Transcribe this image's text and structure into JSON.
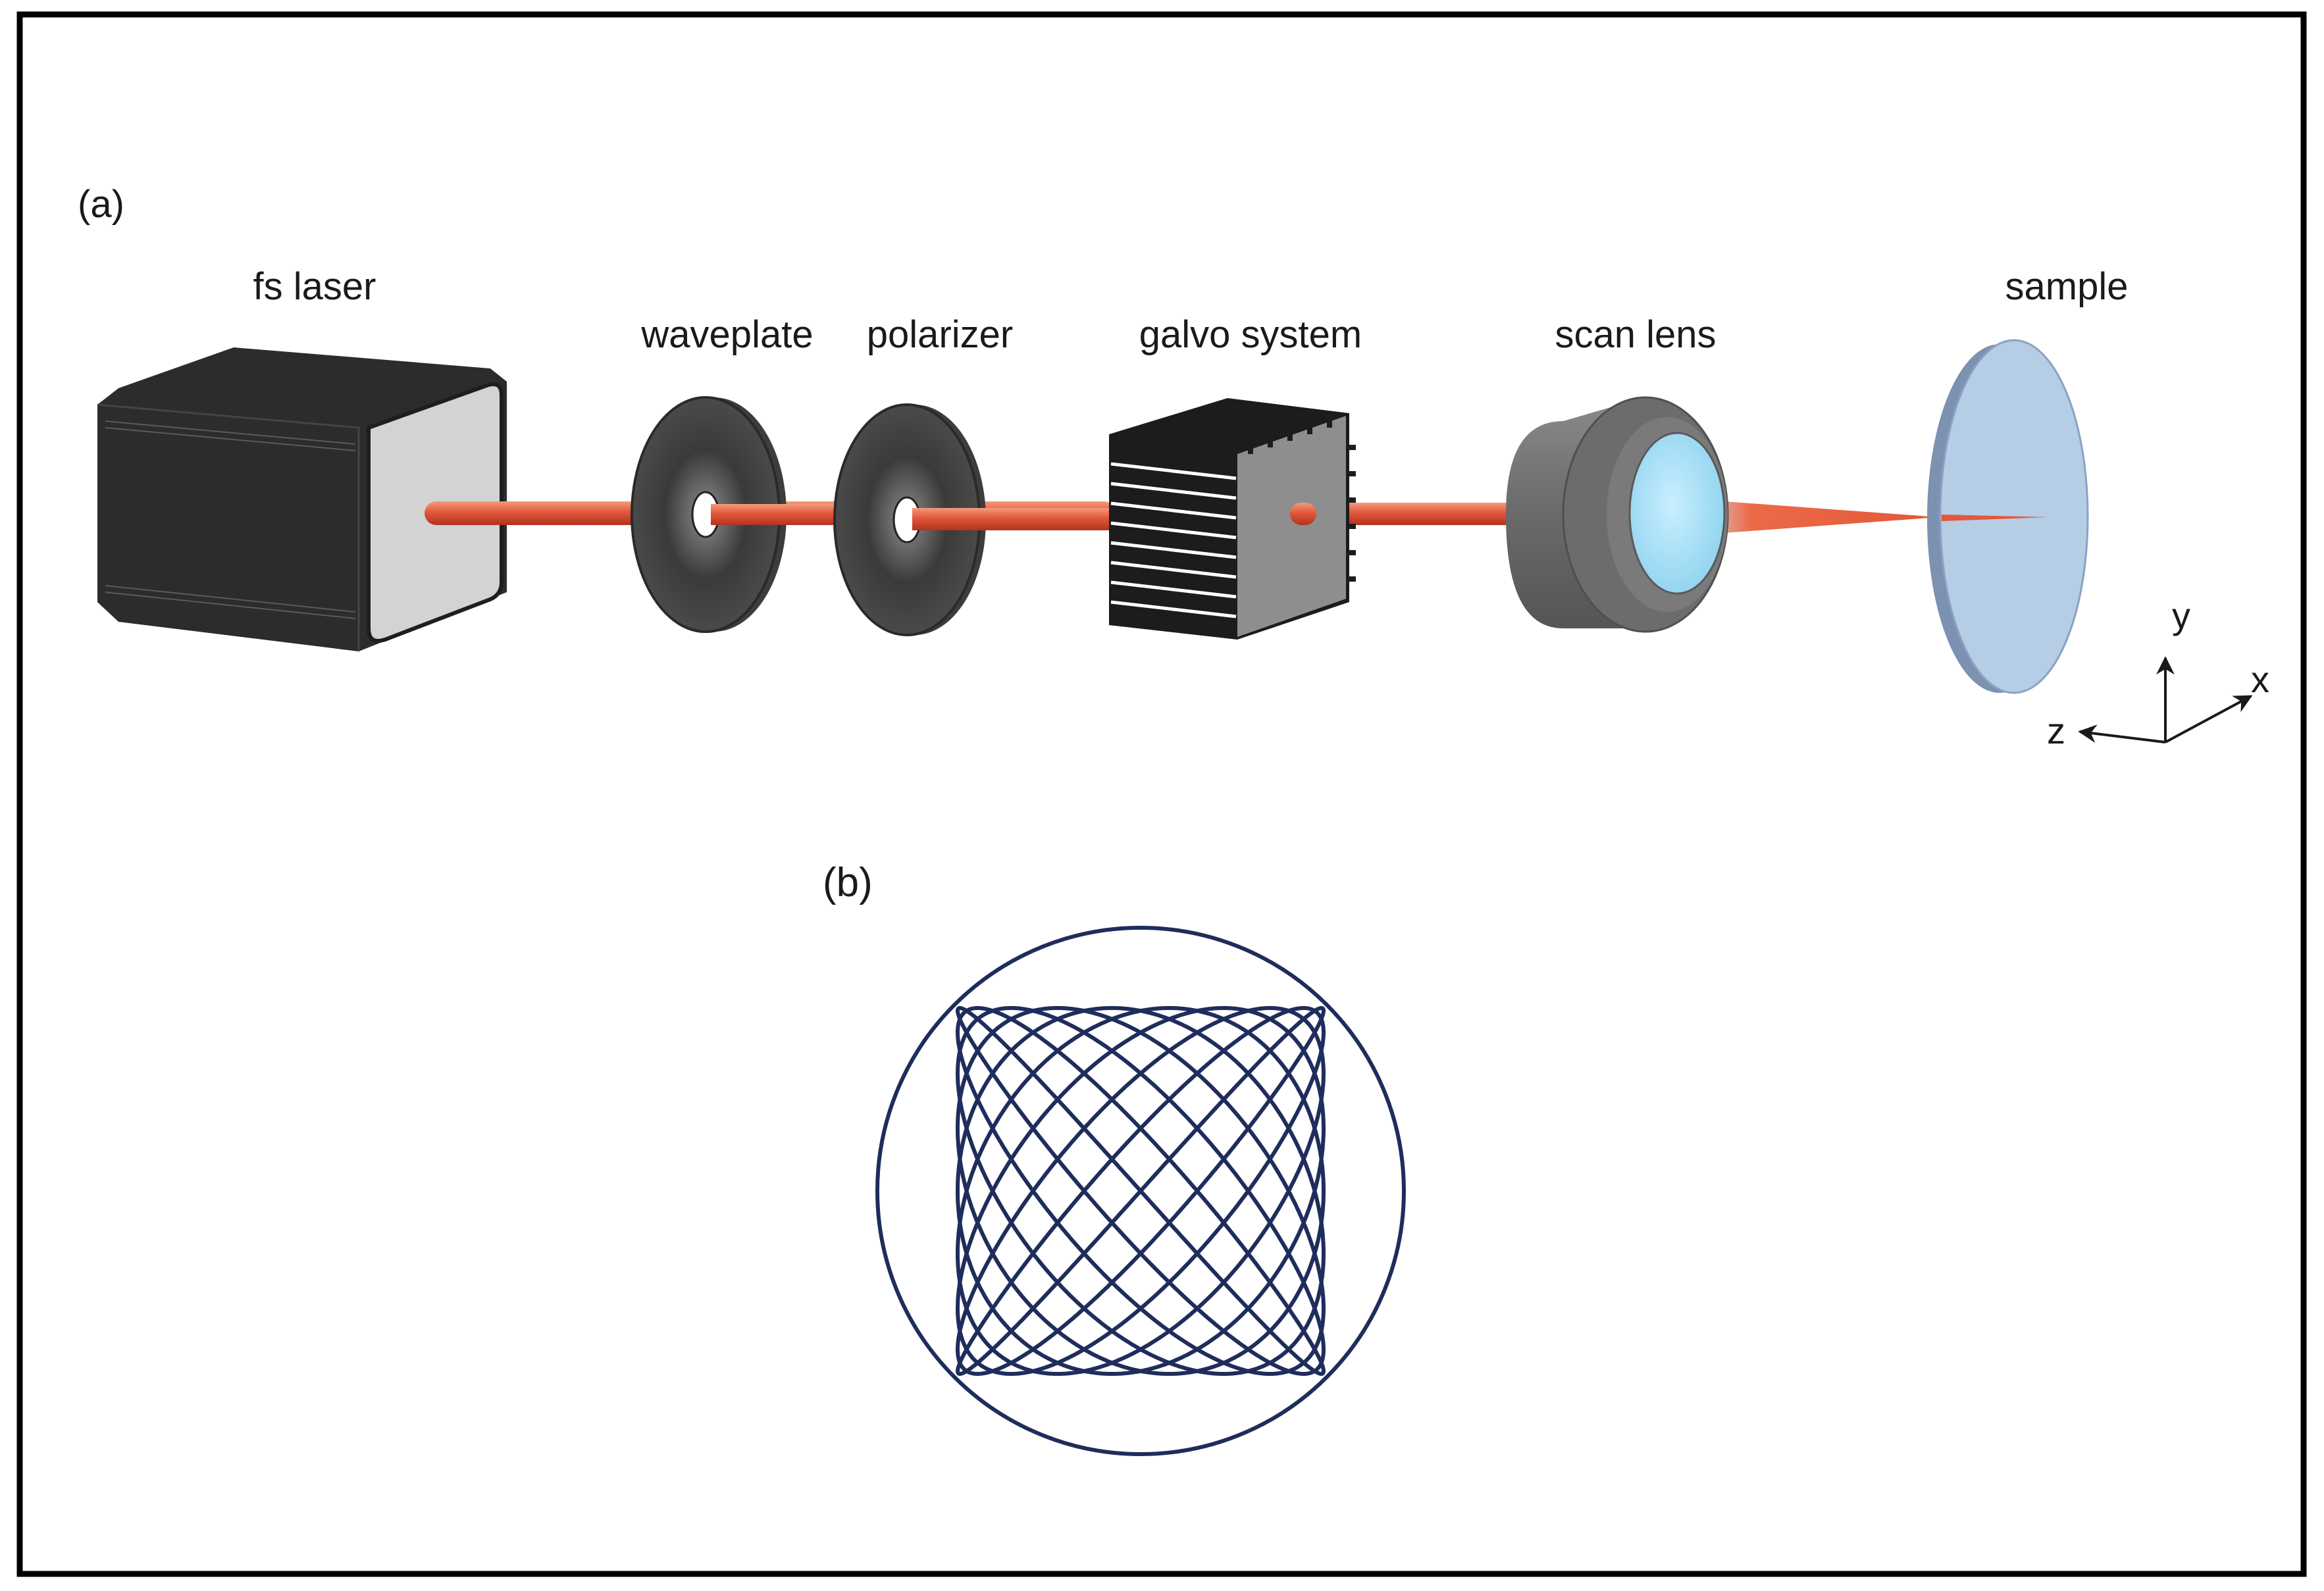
{
  "panel_a": {
    "label": "(a)",
    "components": {
      "laser": "fs laser",
      "waveplate": "waveplate",
      "polarizer": "polarizer",
      "galvo": "galvo system",
      "scan_lens": "scan lens",
      "sample": "sample"
    },
    "axes": {
      "x": "x",
      "y": "y",
      "z": "z"
    }
  },
  "panel_b": {
    "label": "(b)",
    "pattern": "lissajous scan trajectory",
    "color": "#1f2d5c"
  },
  "colors": {
    "beam": "#e2583a",
    "housing": "#2b2b2b",
    "lens_glass": "#9fdcf3",
    "sample_disc": "#b6cde6",
    "sample_edge": "#7d91b0",
    "frame": "#000000"
  }
}
